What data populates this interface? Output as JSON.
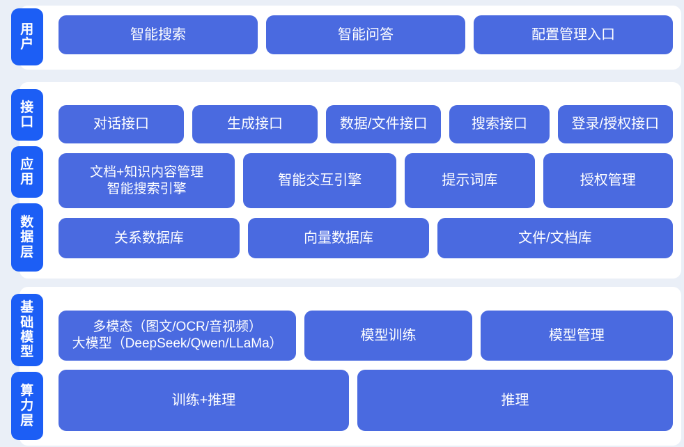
{
  "diagram": {
    "colors": {
      "background": "#eaeff7",
      "panel": "#ffffff",
      "tab": "#1c5ef5",
      "card": "#4a6ae0",
      "text": "#ffffff"
    },
    "sections": [
      {
        "id": "user",
        "tabs": [
          {
            "id": "user",
            "label": "用户"
          }
        ],
        "rows": [
          {
            "id": "user",
            "cards": [
              "智能搜索",
              "智能问答",
              "配置管理入口"
            ]
          }
        ]
      },
      {
        "id": "middle",
        "tabs": [
          {
            "id": "interface",
            "label": "接口"
          },
          {
            "id": "app",
            "label": "应用"
          },
          {
            "id": "data",
            "label": "数据层"
          }
        ],
        "rows": [
          {
            "id": "interface",
            "cards": [
              "对话接口",
              "生成接口",
              "数据/文件接口",
              "搜索接口",
              "登录/授权接口"
            ]
          },
          {
            "id": "app",
            "cards": [
              "文档+知识内容管理\n智能搜索引擎",
              "智能交互引擎",
              "提示词库",
              "授权管理"
            ]
          },
          {
            "id": "data",
            "cards": [
              "关系数据库",
              "向量数据库",
              "文件/文档库"
            ]
          }
        ]
      },
      {
        "id": "bottom",
        "tabs": [
          {
            "id": "base",
            "label": "基础模型"
          },
          {
            "id": "power",
            "label": "算力层"
          }
        ],
        "rows": [
          {
            "id": "base",
            "cards": [
              "多模态（图文/OCR/音视频）\n大模型（DeepSeek/Qwen/LLaMa）",
              "模型训练",
              "模型管理"
            ]
          },
          {
            "id": "power",
            "cards": [
              "训练+推理",
              "推理"
            ]
          }
        ]
      }
    ]
  }
}
